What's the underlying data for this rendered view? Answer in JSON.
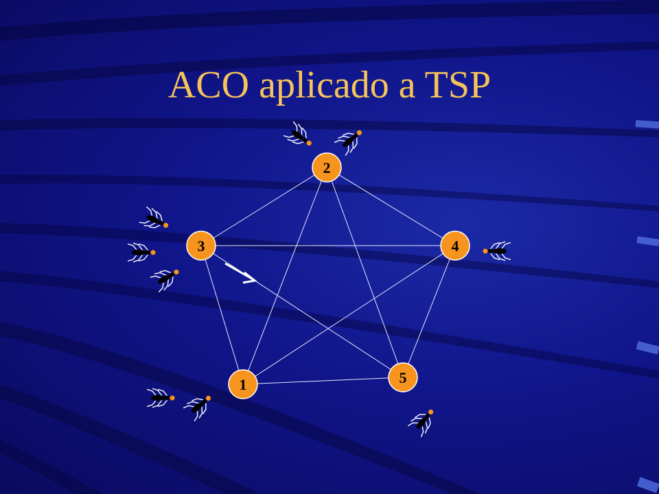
{
  "slide": {
    "title": "ACO aplicado a TSP"
  },
  "colors": {
    "background": "#10158a",
    "title": "#f6c35a",
    "node_fill": "#f7941d",
    "node_stroke": "#ffffff",
    "edge": "#e8e8ff",
    "ant": "#000000",
    "ant_head": "#f7941d"
  },
  "graph": {
    "nodes": [
      {
        "id": "1",
        "label": "1"
      },
      {
        "id": "2",
        "label": "2"
      },
      {
        "id": "3",
        "label": "3"
      },
      {
        "id": "4",
        "label": "4"
      },
      {
        "id": "5",
        "label": "5"
      }
    ],
    "edges": [
      [
        "1",
        "2"
      ],
      [
        "1",
        "3"
      ],
      [
        "1",
        "4"
      ],
      [
        "1",
        "5"
      ],
      [
        "2",
        "3"
      ],
      [
        "2",
        "4"
      ],
      [
        "2",
        "5"
      ],
      [
        "3",
        "4"
      ],
      [
        "3",
        "5"
      ],
      [
        "4",
        "5"
      ]
    ],
    "direction_arrow": {
      "from": "3",
      "to": "5",
      "icon": "arrow-icon"
    },
    "ants": [
      {
        "node": "2",
        "count": 2
      },
      {
        "node": "3",
        "count": 3
      },
      {
        "node": "4",
        "count": 1
      },
      {
        "node": "1",
        "count": 2
      },
      {
        "node": "5",
        "count": 1
      }
    ]
  }
}
